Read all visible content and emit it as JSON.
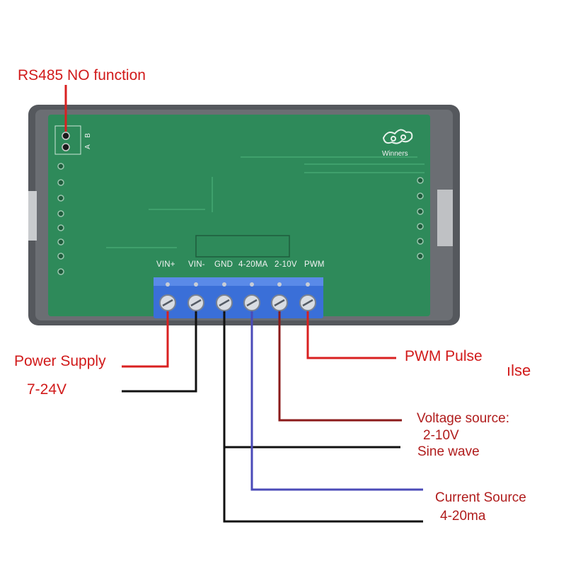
{
  "labels": {
    "rs485": "RS485 NO function",
    "power_supply": "Power Supply",
    "power_voltage": "7-24V",
    "pwm": "PWM Pulse",
    "pwm_cropped": "ılse",
    "voltage_source": "Voltage source:",
    "voltage_range": "2-10V",
    "sine": "Sine wave",
    "current_source": "Current Source",
    "current_range": "4-20ma"
  },
  "board": {
    "logo_text": "Winners",
    "silk_a": "A",
    "silk_b": "B"
  },
  "terminals": [
    "VIN+",
    "VIN-",
    "GND",
    "4-20MA",
    "2-10V",
    "PWM"
  ],
  "colors": {
    "pcb": "#2e8a5a",
    "frame": "#55585d",
    "terminal_block": "#3a6fd8",
    "red_wire": "#d92020",
    "dark_red_wire": "#8b1a1a",
    "black_wire": "#111111",
    "blue_wire": "#4a4ab8"
  }
}
